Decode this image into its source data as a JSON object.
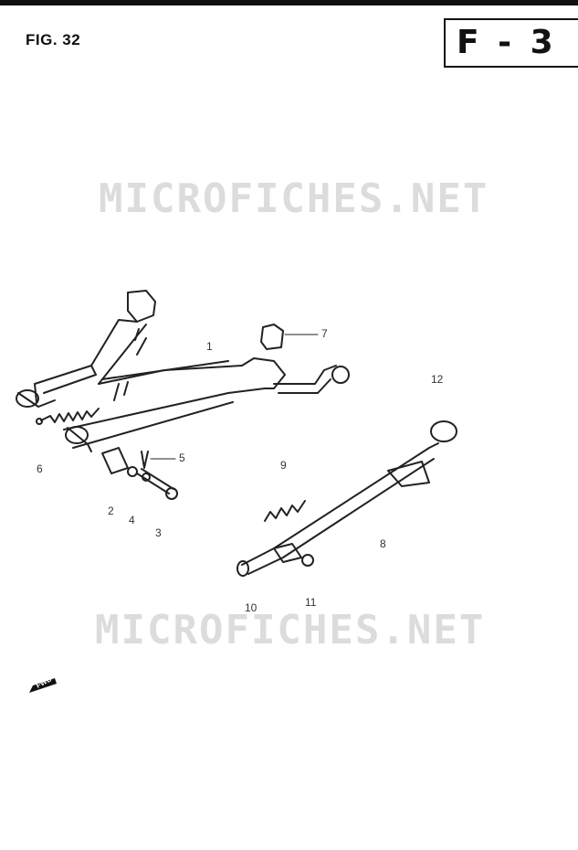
{
  "header": {
    "figure_label": "FIG. 32",
    "section_code": "F - 3"
  },
  "watermarks": [
    "MICROFICHES.NET",
    "MICROFICHES.NET"
  ],
  "callouts": [
    "1",
    "2",
    "3",
    "4",
    "5",
    "6",
    "7",
    "8",
    "9",
    "10",
    "11",
    "12"
  ],
  "fwd_label": "FWD"
}
